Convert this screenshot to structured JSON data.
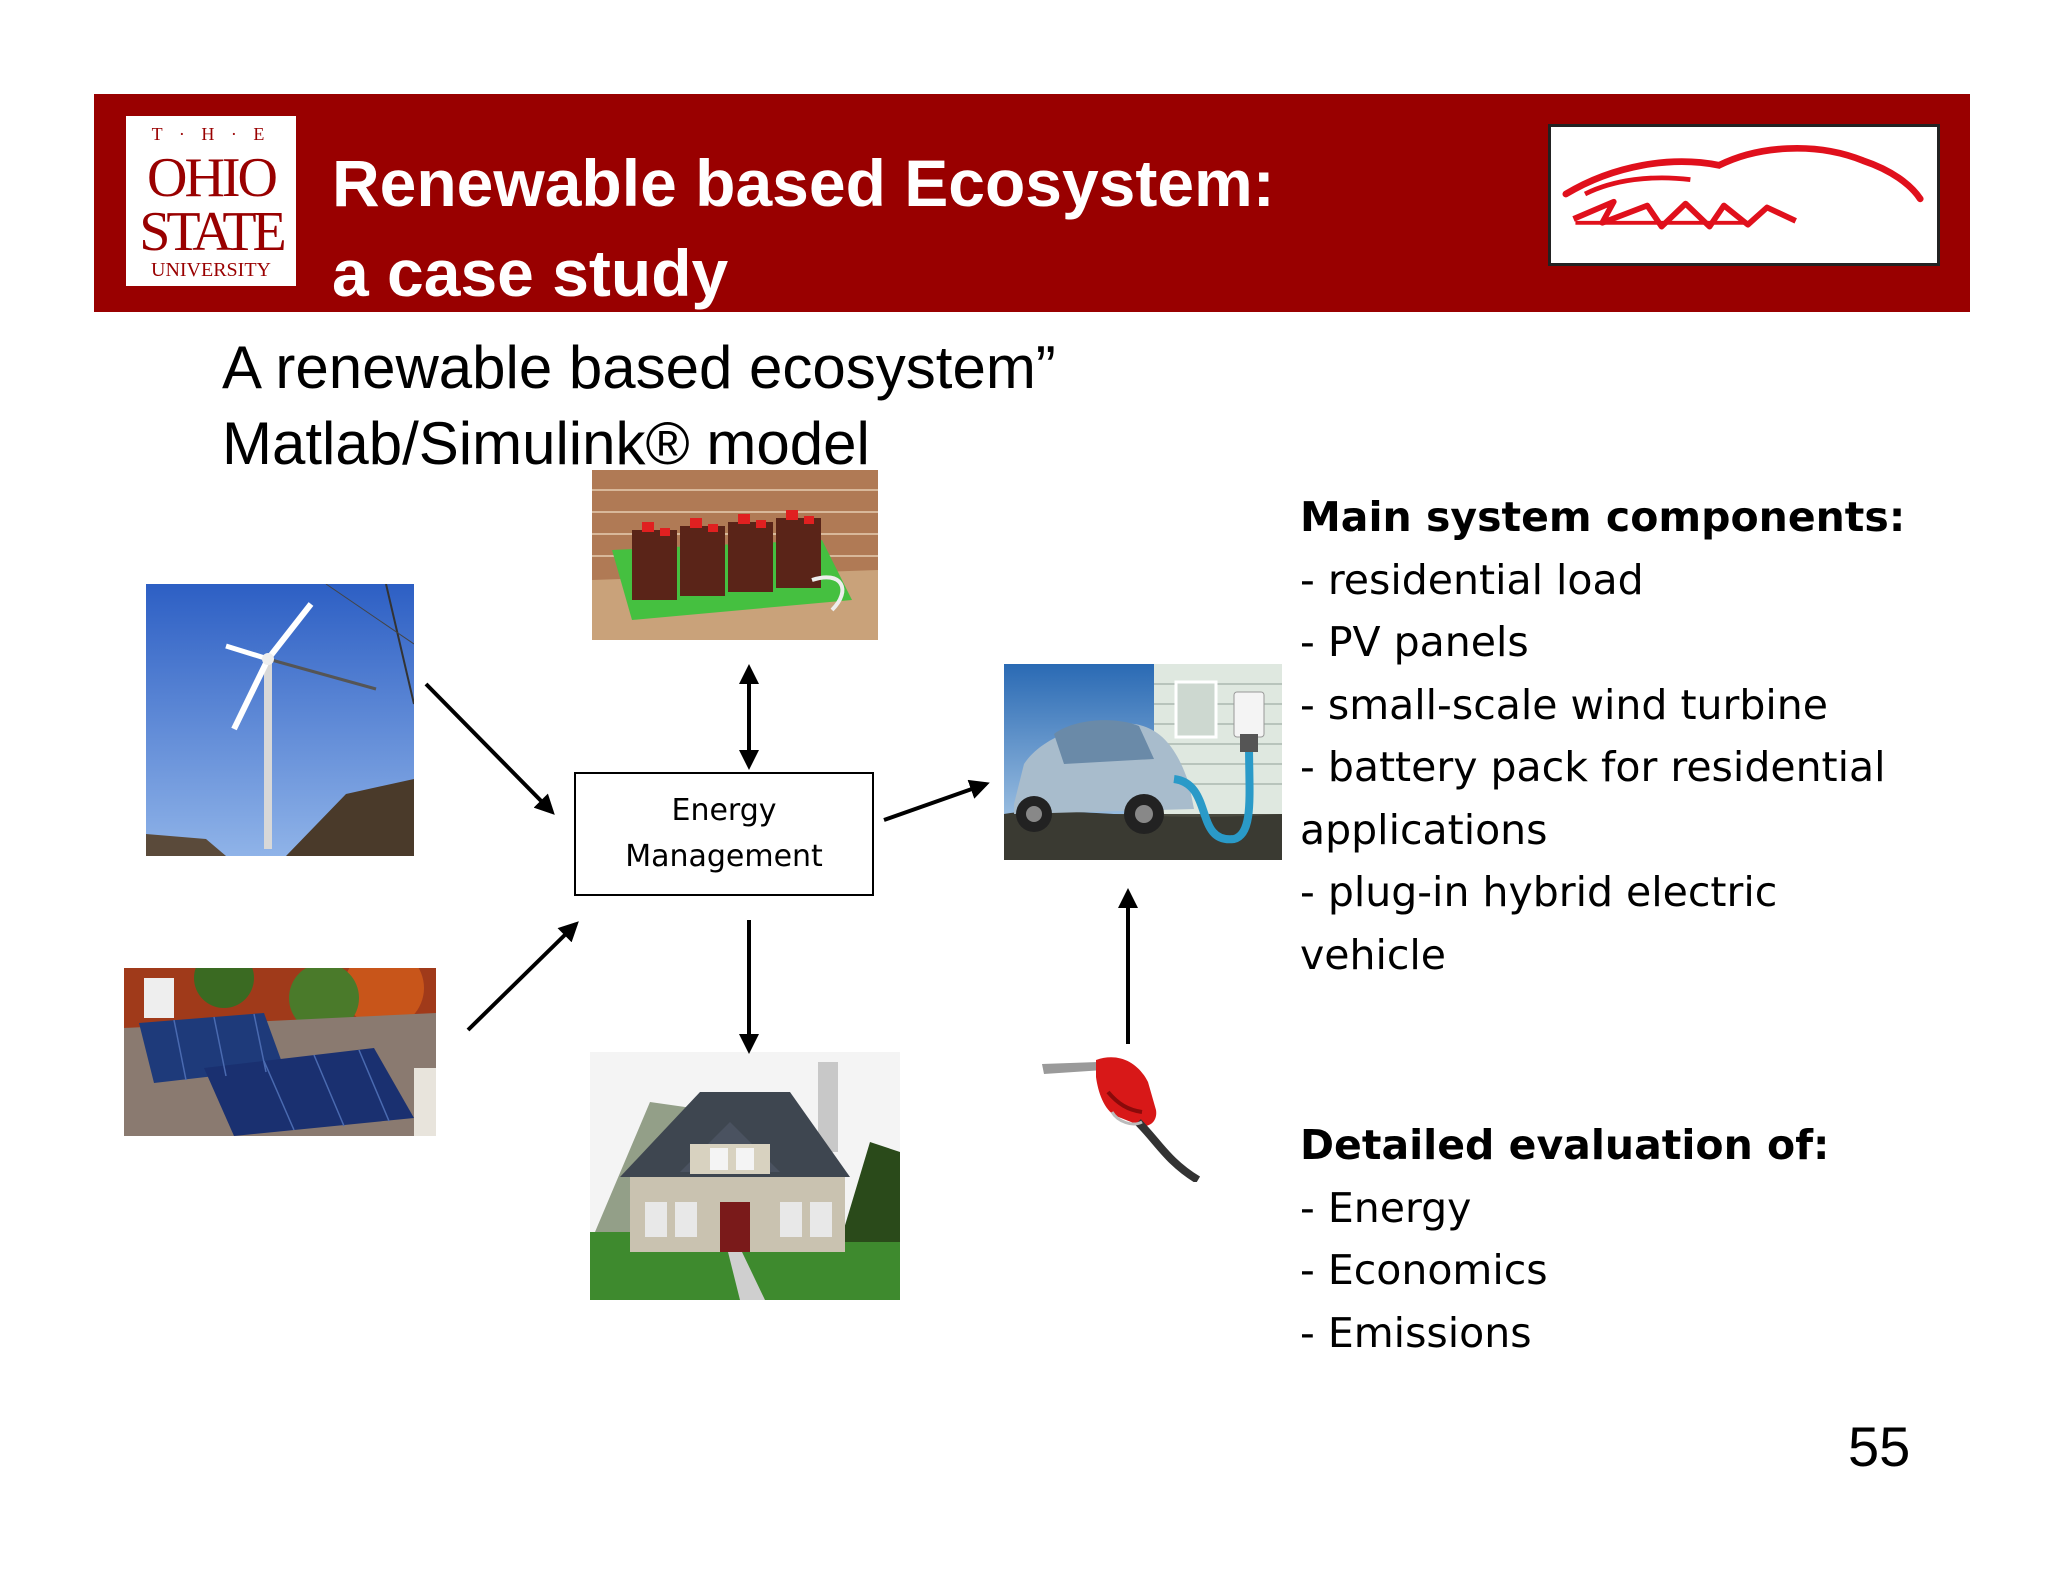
{
  "header": {
    "logo": {
      "top_text": "T · H · E",
      "line1": "OHIO",
      "line2": "STATE",
      "line3": "UNIVERSITY"
    },
    "title_line1": "Renewable based Ecosystem:",
    "title_line2": "a case study",
    "brand_color": "#990000"
  },
  "subtitle": {
    "line1": "A renewable based ecosystem”",
    "line2": "Matlab/Simulink® model"
  },
  "diagram": {
    "center_node": {
      "line1": "Energy",
      "line2": "Management"
    },
    "images": [
      "wind-turbine",
      "solar-panels",
      "battery-pack",
      "house",
      "plug-in-hybrid-vehicle",
      "fuel-nozzle"
    ]
  },
  "components": {
    "heading": "Main system components:",
    "items": [
      "- residential load",
      "- PV panels",
      "- small-scale wind turbine",
      "- battery pack for residential",
      "applications",
      "- plug-in hybrid electric",
      "vehicle"
    ]
  },
  "evaluation": {
    "heading": "Detailed evaluation of:",
    "items": [
      "- Energy",
      "- Economics",
      "- Emissions"
    ]
  },
  "page_number": "55"
}
